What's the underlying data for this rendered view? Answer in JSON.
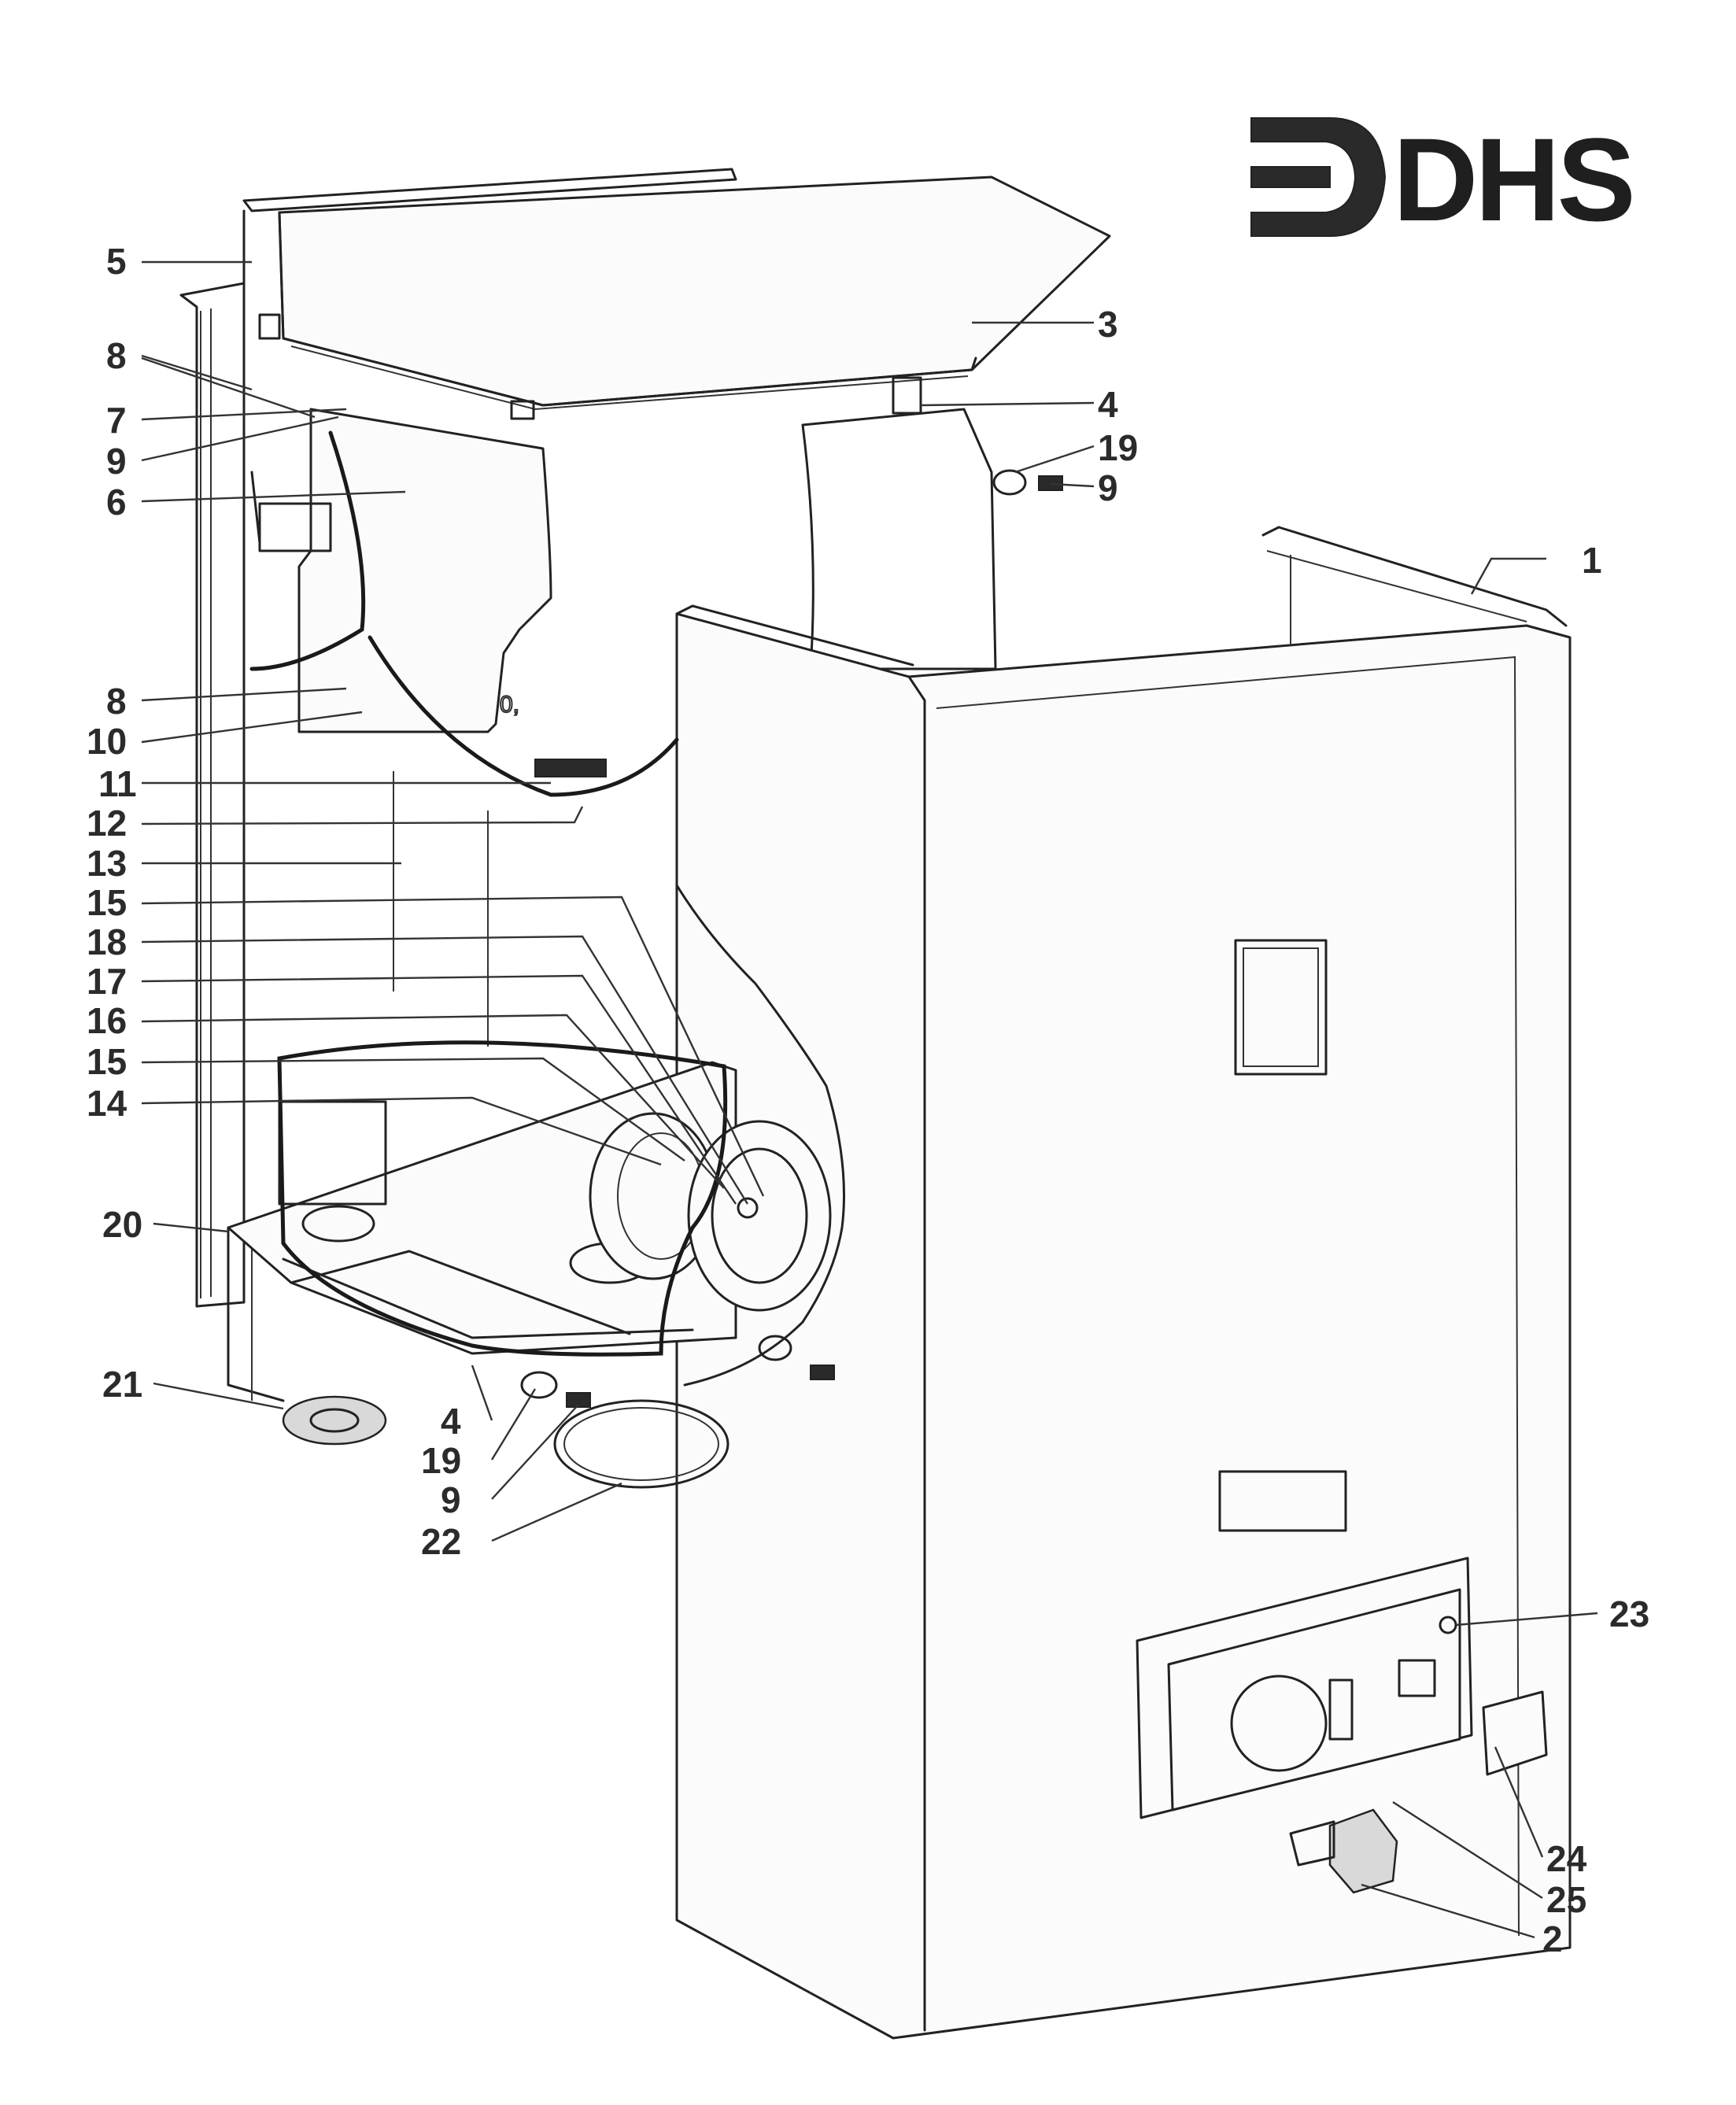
{
  "brand": {
    "name": "DHS",
    "color": "#1f1f1f"
  },
  "callouts": [
    {
      "id": "5",
      "label": "5"
    },
    {
      "id": "8a",
      "label": "8"
    },
    {
      "id": "7",
      "label": "7"
    },
    {
      "id": "9a",
      "label": "9"
    },
    {
      "id": "6",
      "label": "6"
    },
    {
      "id": "8b",
      "label": "8"
    },
    {
      "id": "10",
      "label": "10"
    },
    {
      "id": "11",
      "label": "11"
    },
    {
      "id": "12",
      "label": "12"
    },
    {
      "id": "13",
      "label": "13"
    },
    {
      "id": "15a",
      "label": "15"
    },
    {
      "id": "18",
      "label": "18"
    },
    {
      "id": "17",
      "label": "17"
    },
    {
      "id": "16",
      "label": "16"
    },
    {
      "id": "15b",
      "label": "15"
    },
    {
      "id": "14",
      "label": "14"
    },
    {
      "id": "20",
      "label": "20"
    },
    {
      "id": "21",
      "label": "21"
    },
    {
      "id": "4a",
      "label": "4"
    },
    {
      "id": "19a",
      "label": "19"
    },
    {
      "id": "9b",
      "label": "9"
    },
    {
      "id": "22",
      "label": "22"
    },
    {
      "id": "3",
      "label": "3"
    },
    {
      "id": "4b",
      "label": "4"
    },
    {
      "id": "19b",
      "label": "19"
    },
    {
      "id": "9c",
      "label": "9"
    },
    {
      "id": "1",
      "label": "1"
    },
    {
      "id": "23",
      "label": "23"
    },
    {
      "id": "24",
      "label": "24"
    },
    {
      "id": "25",
      "label": "25"
    },
    {
      "id": "2",
      "label": "2"
    }
  ]
}
